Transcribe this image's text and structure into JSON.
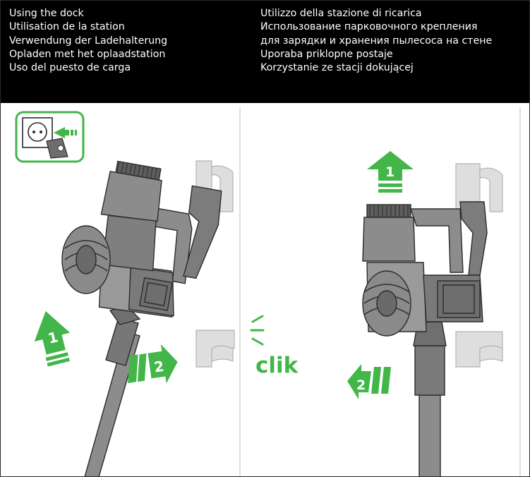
{
  "header": {
    "left_lines": [
      "Using the dock",
      "Utilisation de la station",
      "Verwendung der Ladehalterung",
      "Opladen met het oplaadstation",
      "Uso del puesto de carga"
    ],
    "right_lines": [
      "Utilizzo della stazione di ricarica",
      "Использование парковочного крепления",
      "для зарядки и хранения пылесоса на стене",
      "Uporaba priklopne postaje",
      "Korzystanie ze stacji dokującej"
    ]
  },
  "illustration": {
    "step_labels": [
      "1",
      "2",
      "1",
      "2"
    ],
    "sound_label": "clik",
    "colors": {
      "accent": "#42b649",
      "body": "#8c8c8c",
      "body_dark": "#5e5e5e",
      "dock": "#dedede",
      "outline": "#2b2b2b"
    }
  }
}
